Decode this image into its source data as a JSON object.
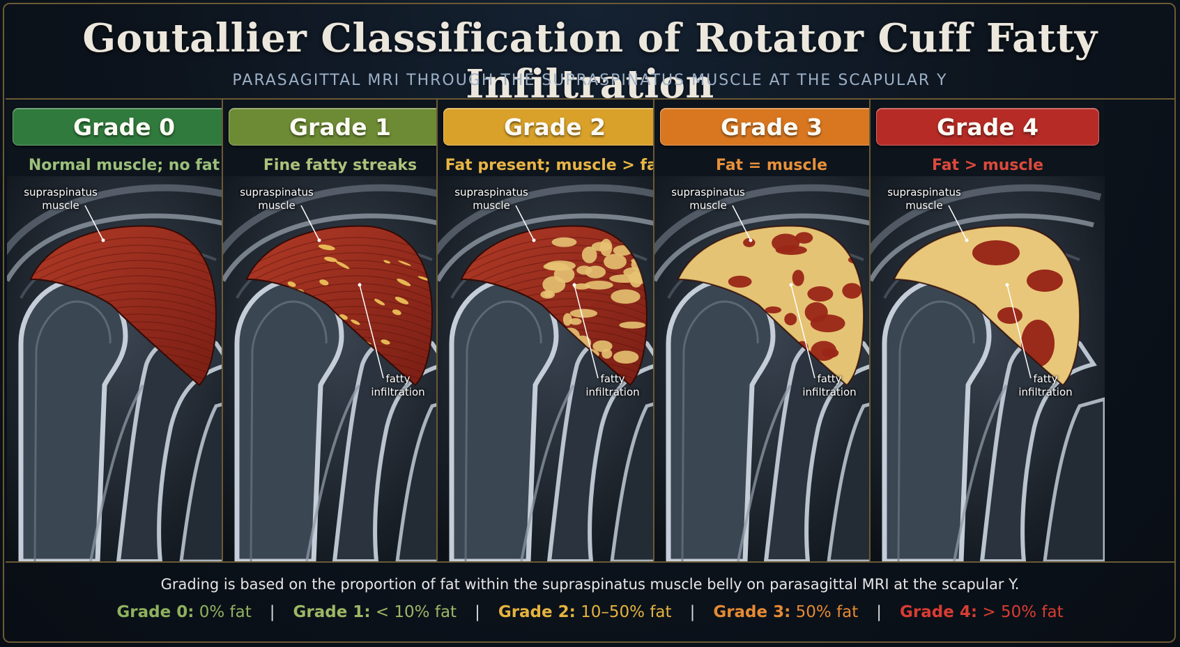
{
  "title": "Goutallier Classification of Rotator Cuff Fatty Infiltration",
  "subtitle": "PARASAGITTAL MRI THROUGH THE SUPRASPINATUS MUSCLE AT THE SCAPULAR Y",
  "panels": [
    {
      "grade": "Grade 0",
      "description": "Normal muscle; no fat",
      "badge_color": "#2f7a3c",
      "desc_color": "#9cc07a",
      "fat_fraction": 0,
      "label_top": [
        "supraspinatus",
        "muscle"
      ],
      "label_bottom": []
    },
    {
      "grade": "Grade 1",
      "description": "Fine fatty streaks",
      "badge_color": "#6c8b34",
      "desc_color": "#aec27a",
      "fat_fraction": 0.08,
      "label_top": [
        "supraspinatus",
        "muscle"
      ],
      "label_bottom": [
        "fatty",
        "infiltration"
      ]
    },
    {
      "grade": "Grade 2",
      "description": "Fat present; muscle > fat",
      "badge_color": "#d9a12a",
      "desc_color": "#e9b545",
      "fat_fraction": 0.3,
      "label_top": [
        "supraspinatus",
        "muscle"
      ],
      "label_bottom": [
        "fatty",
        "infiltration"
      ]
    },
    {
      "grade": "Grade 3",
      "description": "Fat = muscle",
      "badge_color": "#d8771f",
      "desc_color": "#e8913a",
      "fat_fraction": 0.5,
      "label_top": [
        "supraspinatus",
        "muscle"
      ],
      "label_bottom": [
        "fatty",
        "infiltration"
      ]
    },
    {
      "grade": "Grade 4",
      "description": "Fat > muscle",
      "badge_color": "#b62b26",
      "desc_color": "#dd4a3c",
      "fat_fraction": 0.75,
      "label_top": [
        "supraspinatus",
        "muscle"
      ],
      "label_bottom": [
        "fatty",
        "infiltration"
      ]
    }
  ],
  "footer": {
    "text": "Grading is based on the proportion of fat within the supraspinatus muscle belly on parasagittal MRI at the scapular Y.",
    "legend": [
      {
        "grade": "Grade 0:",
        "value": "0% fat",
        "color": "#8fb25e"
      },
      {
        "grade": "Grade 1:",
        "value": "< 10% fat",
        "color": "#9cb865"
      },
      {
        "grade": "Grade 2:",
        "value": "10–50% fat",
        "color": "#e6b33f"
      },
      {
        "grade": "Grade 3:",
        "value": "50% fat",
        "color": "#e68a33"
      },
      {
        "grade": "Grade 4:",
        "value": "> 50% fat",
        "color": "#d93c33"
      }
    ],
    "separator": "|"
  }
}
